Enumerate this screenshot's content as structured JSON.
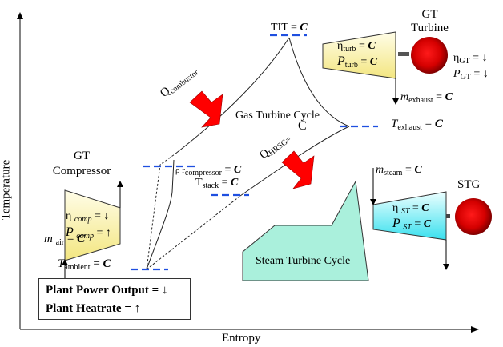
{
  "axes": {
    "y_label": "Temperature",
    "x_label": "Entropy"
  },
  "cycles": {
    "gas_turbine": "Gas Turbine Cycle",
    "steam_turbine": "Steam Turbine Cycle"
  },
  "compressor": {
    "title_line1": "GT",
    "title_line2": "Compressor",
    "eta_symbol": "η",
    "eta_sub": "comp",
    "eta_value": "↓",
    "p_symbol": "P",
    "p_sub": "comp",
    "p_value": "↑",
    "fill_top": "#fffde0",
    "fill_bottom": "#f5e98a"
  },
  "gt_turbine": {
    "title_line1": "GT",
    "title_line2": "Turbine",
    "eta_symbol": "η",
    "eta_sub": "turb",
    "eta_value": "C",
    "p_symbol": "P",
    "p_sub": "turb",
    "p_value": "C",
    "gen_eta_symbol": "η",
    "gen_eta_sub": "GT",
    "gen_eta_value": "↓",
    "gen_p_symbol": "P",
    "gen_p_sub": "GT",
    "gen_p_value": "↓"
  },
  "stg": {
    "title": "STG",
    "eta_symbol": "η",
    "eta_sub": "ST",
    "eta_value": "C",
    "p_symbol": "P",
    "p_sub": "ST",
    "p_value": "C",
    "fill_top": "#e8ffff",
    "fill_bottom": "#3fe3f0"
  },
  "states": {
    "tit": {
      "symbol": "TIT",
      "value": "C"
    },
    "t_exhaust": {
      "symbol": "T",
      "sub": "exhaust",
      "value": "C"
    },
    "m_exhaust": {
      "symbol": "m",
      "sub": "exhaust",
      "value": "C"
    },
    "m_steam": {
      "symbol": "m",
      "sub": "steam",
      "value": "C"
    },
    "m_air": {
      "symbol": "m",
      "sub": "air",
      "value": "C"
    },
    "t_ambient": {
      "symbol": "T",
      "sub": "ambient",
      "value": "C"
    },
    "pr_compressor": {
      "symbol": "ρ r",
      "sub": "compressor",
      "value": "C"
    },
    "t_stack": {
      "symbol": "T",
      "sub": "stack",
      "value": "C"
    }
  },
  "heat_inputs": {
    "combustor": {
      "symbol": "Q",
      "sub": "combustor"
    },
    "hrsg": {
      "symbol": "Q",
      "sub": "HRSG",
      "suffix": "=",
      "value": "C"
    }
  },
  "summary": {
    "power_label": "Plant Power Output",
    "power_value": "↓",
    "heatrate_label": "Plant Heatrate",
    "heatrate_value": "↑"
  },
  "colors": {
    "dashed_marker": "#1f4fe0",
    "arrow_red": "#ff0000",
    "generator_red": "#cc0000",
    "steam_cycle_fill": "#aaf0dc",
    "axis": "#333333"
  },
  "equals": "="
}
